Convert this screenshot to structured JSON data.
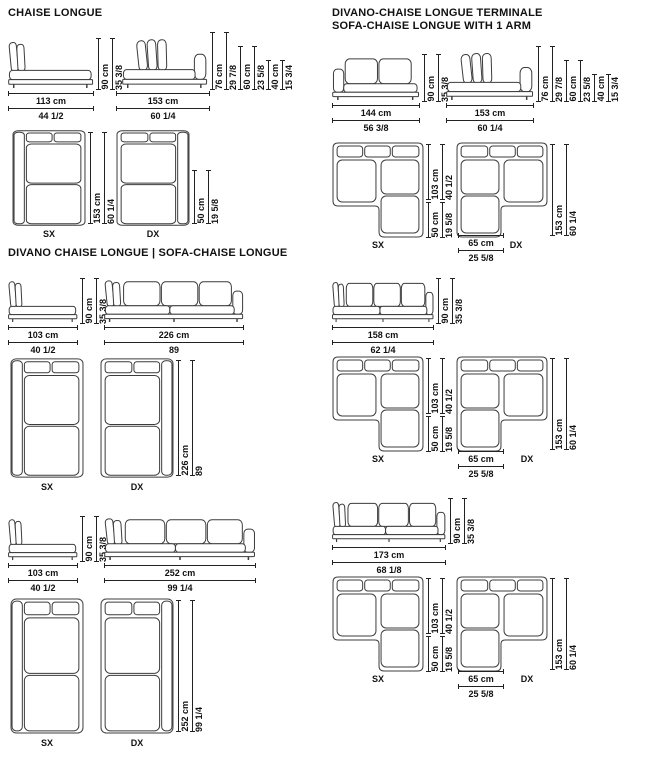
{
  "sections": {
    "chaise": {
      "title": "CHAISE LONGUE",
      "e1": {
        "cm": "113 cm",
        "in": "44 1/2"
      },
      "e1h": [
        "90 cm",
        "35 3/8"
      ],
      "e2": {
        "cm": "153 cm",
        "in": "60 1/4"
      },
      "e2h": [
        "76 cm",
        "29 7/8",
        "60 cm",
        "23 5/8",
        "40 cm",
        "15 3/4"
      ],
      "depth": [
        "153 cm",
        "60 1/4"
      ],
      "seat": [
        "50 cm",
        "19 5/8"
      ],
      "sx": "SX",
      "dx": "DX"
    },
    "sofa": {
      "title": "DIVANO CHAISE LONGUE | SOFA-CHAISE LONGUE",
      "v1": {
        "e1": {
          "cm": "103 cm",
          "in": "40 1/2"
        },
        "e1h": [
          "90 cm",
          "35 3/8"
        ],
        "e2": {
          "cm": "226 cm",
          "in": "89"
        },
        "depth": [
          "226 cm",
          "89"
        ],
        "sx": "SX",
        "dx": "DX"
      },
      "v2": {
        "e1": {
          "cm": "103 cm",
          "in": "40 1/2"
        },
        "e1h": [
          "90 cm",
          "35 3/8"
        ],
        "e2": {
          "cm": "252 cm",
          "in": "99 1/4"
        },
        "depth": [
          "252 cm",
          "99 1/4"
        ],
        "sx": "SX",
        "dx": "DX"
      }
    },
    "terminale": {
      "title1": "DIVANO-CHAISE LONGUE TERMINALE",
      "title2": "SOFA-CHAISE LONGUE WITH 1 ARM",
      "v1": {
        "e1": {
          "cm": "144 cm",
          "in": "56 3/8"
        },
        "e1h": [
          "90 cm",
          "35 3/8"
        ],
        "e2": {
          "cm": "153 cm",
          "in": "60 1/4"
        },
        "e2h": [
          "76 cm",
          "29 7/8",
          "60 cm",
          "23 5/8",
          "40 cm",
          "15 3/4"
        ],
        "d1": [
          "103 cm",
          "40 1/2"
        ],
        "d2": [
          "50 cm",
          "19 5/8"
        ],
        "d3": [
          "153 cm",
          "60 1/4"
        ],
        "w": [
          "65 cm",
          "25 5/8"
        ],
        "sx": "SX",
        "dx": "DX"
      },
      "v2": {
        "e1": {
          "cm": "158 cm",
          "in": "62 1/4"
        },
        "e1h": [
          "90 cm",
          "35 3/8"
        ],
        "d1": [
          "103 cm",
          "40 1/2"
        ],
        "d2": [
          "50 cm",
          "19 5/8"
        ],
        "d3": [
          "153 cm",
          "60 1/4"
        ],
        "w": [
          "65 cm",
          "25 5/8"
        ],
        "sx": "SX",
        "dx": "DX"
      },
      "v3": {
        "e1": {
          "cm": "173 cm",
          "in": "68 1/8"
        },
        "e1h": [
          "90 cm",
          "35 3/8"
        ],
        "d1": [
          "103 cm",
          "40 1/2"
        ],
        "d2": [
          "50 cm",
          "19 5/8"
        ],
        "d3": [
          "153 cm",
          "60 1/4"
        ],
        "w": [
          "65 cm",
          "25 5/8"
        ],
        "sx": "SX",
        "dx": "DX"
      }
    }
  }
}
